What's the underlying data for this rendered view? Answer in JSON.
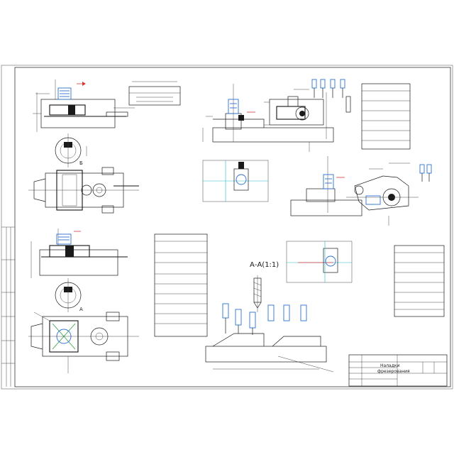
{
  "sheet": {
    "section_label": "А-А(1:1)",
    "view_b_label": "Б",
    "view_a_label": "А",
    "title_block": {
      "title_line1": "Наладки",
      "title_line2": "фрезерования"
    }
  },
  "colors": {
    "line": "#1a1a1a",
    "tool_blue": "#2a6fd6",
    "workpiece_cyan": "#20b6c8",
    "motion_red": "#d23a3a",
    "feed_green": "#2f9e44"
  }
}
